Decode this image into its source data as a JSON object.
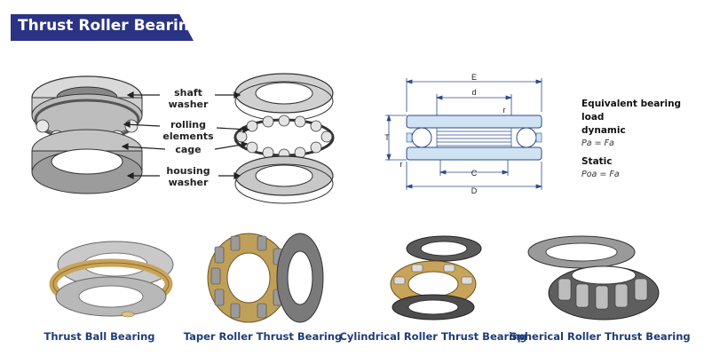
{
  "banner": {
    "title": "Thrust Roller Bearing",
    "color": "#2b3384"
  },
  "anatomy_labels": {
    "shaft_washer": [
      "shaft",
      "washer"
    ],
    "rolling_elements": [
      "rolling",
      "elements"
    ],
    "cage": [
      "cage"
    ],
    "housing_washer": [
      "housing",
      "washer"
    ]
  },
  "diagram_labels": {
    "E": "E",
    "d": "d",
    "r_top": "r",
    "T": "T",
    "r_left": "r",
    "C": "C",
    "D": "D"
  },
  "formula": {
    "heading_line1": "Equivalent bearing load",
    "heading_line2": "dynamic",
    "dynamic_eq": "Pa = Fa",
    "static_heading": "Static",
    "static_eq": "Poa = Fa"
  },
  "products": [
    {
      "caption": "Thrust Ball Bearing",
      "icon": "thrust-ball-bearing-photo"
    },
    {
      "caption": "Taper Roller Thrust Bearing",
      "icon": "taper-roller-thrust-bearing-photo"
    },
    {
      "caption": "Cylindrical Roller Thrust Bearing",
      "icon": "cylindrical-roller-thrust-bearing-photo"
    },
    {
      "caption": "Spherical Roller Thrust Bearing",
      "icon": "spherical-roller-thrust-bearing-photo"
    }
  ],
  "colors": {
    "caption": "#1f3c78",
    "diagram_fill": "#cfe3f2",
    "diagram_stroke": "#2b4a8a",
    "brass": "#c8a35a"
  }
}
